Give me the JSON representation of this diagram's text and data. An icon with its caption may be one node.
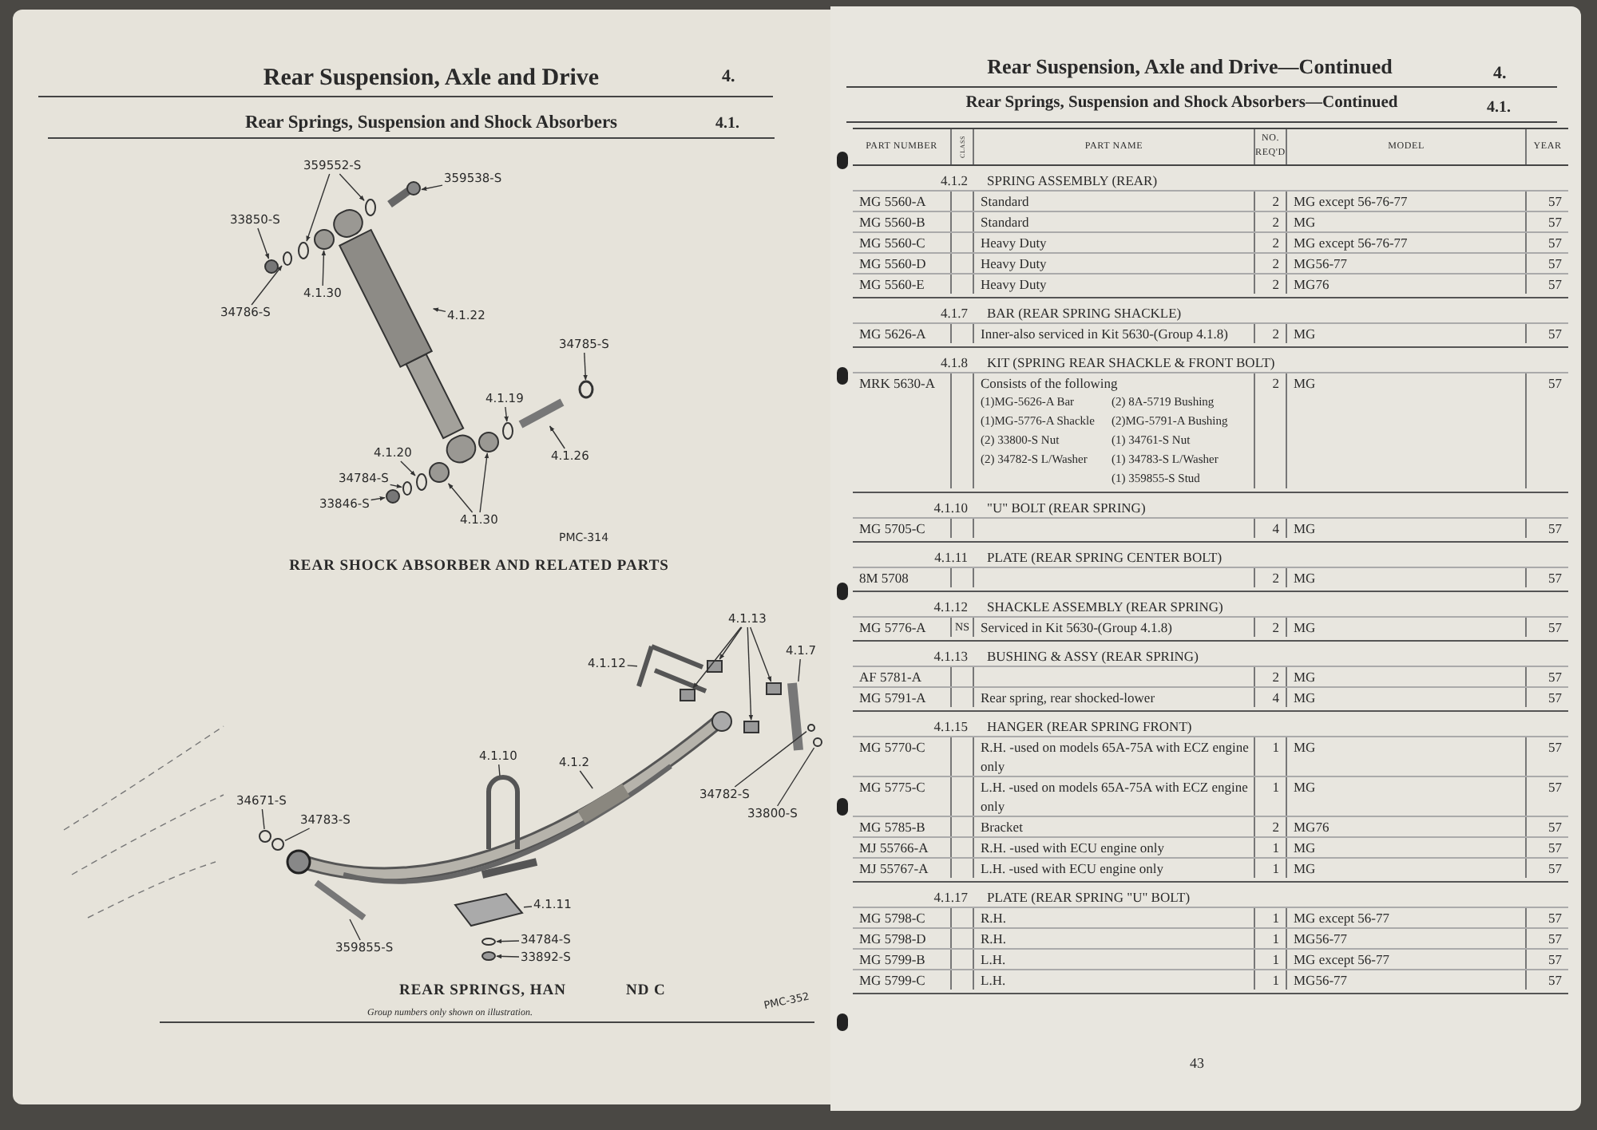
{
  "diagram": {
    "nodes": [
      {
        "text": [
          "359552-S"
        ]
      },
      {
        "text": [
          "359538-S"
        ]
      },
      {
        "text": [
          "33850-S"
        ]
      },
      {
        "text": [
          "34786-S"
        ]
      },
      {
        "text": [
          "4.1.30"
        ]
      },
      {
        "text": [
          "4.1.22"
        ]
      },
      {
        "text": [
          "34785-S"
        ]
      },
      {
        "text": [
          "4.1.19"
        ]
      },
      {
        "text": [
          "4.1.26"
        ]
      },
      {
        "text": [
          "4.1.20"
        ]
      },
      {
        "text": [
          "34784-S"
        ]
      },
      {
        "text": [
          "33846-S"
        ]
      },
      {
        "text": [
          "4.1.30"
        ]
      },
      {
        "text": [
          "4.1.12"
        ]
      },
      {
        "text": [
          "4.1.13"
        ]
      },
      {
        "text": [
          "4.1.7"
        ]
      },
      {
        "text": [
          "34782-S"
        ]
      },
      {
        "text": [
          "33800-S"
        ]
      },
      {
        "text": [
          "4.1.10"
        ]
      },
      {
        "text": [
          "4.1.2"
        ]
      },
      {
        "text": [
          "34671-S"
        ]
      },
      {
        "text": [
          "34783-S"
        ]
      },
      {
        "text": [
          "359855-S"
        ]
      },
      {
        "text": [
          "4.1.11"
        ]
      },
      {
        "text": [
          "34784-S"
        ]
      },
      {
        "text": [
          "33892-S"
        ]
      },
      {
        "text": [],
        "shape": "circle"
      },
      {
        "text": [],
        "shape": "circle"
      },
      {
        "text": [],
        "shape": "bar"
      },
      {
        "text": [],
        "shape": "circle"
      },
      {
        "text": [],
        "shape": "circle"
      },
      {
        "text": [],
        "shape": "circle"
      },
      {
        "text": [],
        "shape": "box"
      },
      {
        "text": [],
        "shape": "circle"
      },
      {
        "text": [],
        "shape": "circle"
      },
      {
        "text": [],
        "shape": "bar"
      },
      {
        "text": [],
        "shape": "circle"
      },
      {
        "text": [],
        "shape": "circle"
      },
      {
        "text": [],
        "shape": "circle"
      },
      {
        "text": [],
        "shape": "circle"
      },
      {
        "text": [],
        "shape": "circle"
      },
      {
        "text": [],
        "shape": "bar"
      },
      {
        "text": [],
        "shape": "box"
      },
      {
        "text": [],
        "shape": "box"
      },
      {
        "text": [],
        "shape": "box"
      },
      {
        "text": [],
        "shape": "box"
      },
      {
        "text": [],
        "shape": "bar"
      },
      {
        "text": [],
        "shape": "circle"
      },
      {
        "text": [],
        "shape": "circle"
      },
      {
        "text": [],
        "shape": "bar"
      },
      {
        "text": [],
        "shape": "bar"
      },
      {
        "text": [],
        "shape": "circle"
      },
      {
        "text": [],
        "shape": "circle"
      },
      {
        "text": [],
        "shape": "bar"
      },
      {
        "text": [],
        "shape": "box"
      },
      {
        "text": [],
        "shape": "circle"
      },
      {
        "text": [],
        "shape": "circle"
      }
    ],
    "edges": [
      {
        "from": 0,
        "to": 26,
        "arrow": "to"
      },
      {
        "from": 0,
        "to": 27,
        "arrow": "to"
      },
      {
        "from": 1,
        "to": 28,
        "arrow": "to"
      },
      {
        "from": 2,
        "to": 29,
        "arrow": "to"
      },
      {
        "from": 3,
        "to": 30,
        "arrow": "to"
      },
      {
        "from": 4,
        "to": 31,
        "arrow": "to"
      },
      {
        "from": 5,
        "to": 32,
        "arrow": "to"
      },
      {
        "from": 6,
        "to": 33,
        "arrow": "to"
      },
      {
        "from": 7,
        "to": 34,
        "arrow": "to"
      },
      {
        "from": 8,
        "to": 35,
        "arrow": "to"
      },
      {
        "from": 9,
        "to": 36,
        "arrow": "to"
      },
      {
        "from": 10,
        "to": 37,
        "arrow": "to"
      },
      {
        "from": 11,
        "to": 38,
        "arrow": "to"
      },
      {
        "from": 12,
        "to": 39,
        "arrow": "to"
      },
      {
        "from": 12,
        "to": 40,
        "arrow": "to"
      },
      {
        "from": 13,
        "to": 41,
        "arrow": "none"
      },
      {
        "from": 14,
        "to": 42,
        "arrow": "to"
      },
      {
        "from": 14,
        "to": 43,
        "arrow": "to"
      },
      {
        "from": 14,
        "to": 44,
        "arrow": "to"
      },
      {
        "from": 14,
        "to": 45,
        "arrow": "to"
      },
      {
        "from": 15,
        "to": 46,
        "arrow": "none"
      },
      {
        "from": 16,
        "to": 47,
        "arrow": "none"
      },
      {
        "from": 17,
        "to": 48,
        "arrow": "none"
      },
      {
        "from": 18,
        "to": 49,
        "arrow": "none"
      },
      {
        "from": 19,
        "to": 50,
        "arrow": "none"
      },
      {
        "from": 20,
        "to": 51,
        "arrow": "none"
      },
      {
        "from": 21,
        "to": 52,
        "arrow": "none"
      },
      {
        "from": 22,
        "to": 53,
        "arrow": "none"
      },
      {
        "from": 23,
        "to": 54,
        "arrow": "none"
      },
      {
        "from": 24,
        "to": 55,
        "arrow": "to"
      },
      {
        "from": 25,
        "to": 56,
        "arrow": "to"
      }
    ],
    "labels": [
      "Rear Suspension, Axle and Drive",
      "4.",
      "Rear Springs, Suspension and Shock Absorbers",
      "4.1.",
      "PMC-314",
      "REAR SHOCK ABSORBER AND RELATED PARTS",
      "PMC-352",
      "REAR SPRINGS, HAN",
      "ND C",
      "Group numbers only shown on illustration.",
      "Rear Suspension, Axle and Drive—Continued",
      "4.",
      "Rear Springs, Suspension and Shock Absorbers—Continued",
      "4.1.",
      "PART NUMBER",
      "CLASS",
      "PART NAME",
      "NO. REQ'D",
      "MODEL",
      "YEAR",
      "4.1.2",
      "SPRING ASSEMBLY (REAR)",
      "MG 5560-A",
      "Standard",
      "2",
      "MG except 56-76-77",
      "57",
      "MG 5560-B",
      "Standard",
      "2",
      "MG",
      "57",
      "MG 5560-C",
      "Heavy Duty",
      "2",
      "MG except 56-76-77",
      "57",
      "MG 5560-D",
      "Heavy Duty",
      "2",
      "MG56-77",
      "57",
      "MG 5560-E",
      "Heavy Duty",
      "2",
      "MG76",
      "57",
      "4.1.7",
      "BAR (REAR SPRING SHACKLE)",
      "MG 5626-A",
      "Inner-also serviced in Kit 5630-(Group 4.1.8)",
      "2",
      "MG",
      "57",
      "4.1.8",
      "KIT (SPRING REAR SHACKLE & FRONT BOLT)",
      "MRK 5630-A",
      "Consists of the following",
      "(1)MG-5626-A Bar",
      "(2) 8A-5719 Bushing",
      "(1)MG-5776-A Shackle",
      "(2)MG-5791-A Bushing",
      "(2) 33800-S Nut",
      "(1) 34761-S Nut",
      "(2) 34782-S L/Washer",
      "(1) 34783-S L/Washer",
      "(1) 359855-S Stud",
      "2",
      "MG",
      "57",
      "4.1.10",
      "\"U\" BOLT (REAR SPRING)",
      "MG 5705-C",
      "4",
      "MG",
      "57",
      "4.1.11",
      "PLATE (REAR SPRING CENTER BOLT)",
      "8M 5708",
      "2",
      "MG",
      "57",
      "4.1.12",
      "SHACKLE ASSEMBLY (REAR SPRING)",
      "MG 5776-A",
      "NS",
      "Serviced in Kit 5630-(Group 4.1.8)",
      "2",
      "MG",
      "57",
      "4.1.13",
      "BUSHING & ASSY (REAR SPRING)",
      "AF 5781-A",
      "2",
      "MG",
      "57",
      "MG 5791-A",
      "Rear spring, rear shocked-lower",
      "4",
      "MG",
      "57",
      "4.1.15",
      "HANGER (REAR SPRING FRONT)",
      "MG 5770-C",
      "R.H. -used on models 65A-75A with ECZ engine only",
      "1",
      "MG",
      "57",
      "MG 5775-C",
      "L.H. -used on models 65A-75A with ECZ engine only",
      "1",
      "MG",
      "57",
      "MG 5785-B",
      "Bracket",
      "2",
      "MG76",
      "57",
      "MJ 55766-A",
      "R.H. -used with ECU engine only",
      "1",
      "MG",
      "57",
      "MJ 55767-A",
      "L.H. -used with ECU engine only",
      "1",
      "MG",
      "57",
      "4.1.17",
      "PLATE (REAR SPRING \"U\" BOLT)",
      "MG 5798-C",
      "R.H.",
      "1",
      "MG except 56-77",
      "57",
      "MG 5798-D",
      "R.H.",
      "1",
      "MG56-77",
      "57",
      "MG 5799-B",
      "L.H.",
      "1",
      "MG except 56-77",
      "57",
      "MG 5799-C",
      "L.H.",
      "1",
      "MG56-77",
      "57",
      "43"
    ]
  }
}
